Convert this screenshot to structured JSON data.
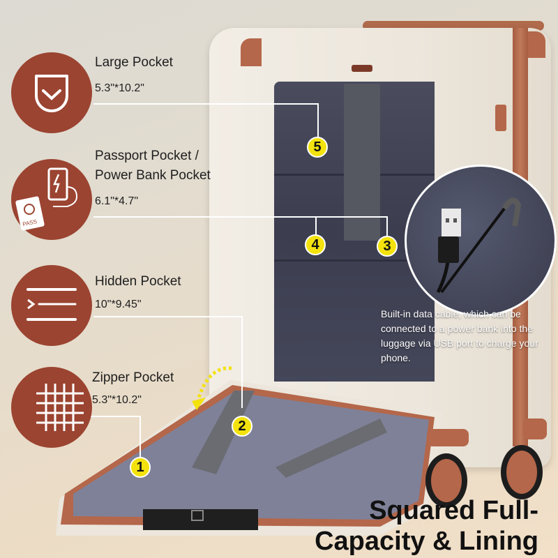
{
  "features": [
    {
      "title": "Large Pocket",
      "size": "5.3\"*10.2\"",
      "icon": "pocket-icon",
      "badge": "5"
    },
    {
      "title_line1": "Passport Pocket /",
      "title_line2": "Power Bank Pocket",
      "size": "6.1\"*4.7\"",
      "icon": "passport-power-bank-icon",
      "icon_text": "PASS",
      "badge": "4"
    },
    {
      "title": "Hidden Pocket",
      "size": "10\"*9.45\"",
      "icon": "hidden-pocket-icon",
      "badge": "3"
    },
    {
      "title": "Zipper Pocket",
      "size": "5.3\"*10.2\"",
      "icon": "zipper-grid-icon",
      "badge": "2"
    }
  ],
  "badges": [
    "1",
    "2",
    "3",
    "4",
    "5"
  ],
  "caption": "Built-in data cable, which can be connected to a power bank into the luggage via USB port to charge your phone.",
  "headline": {
    "line1": "Squared Full-",
    "line2": "Capacity & Lining"
  },
  "colors": {
    "accent": "#9b4431",
    "trim": "#b4674a",
    "badge": "#f3e20e",
    "shell": "#efe9e0",
    "lining": "#44465a"
  }
}
